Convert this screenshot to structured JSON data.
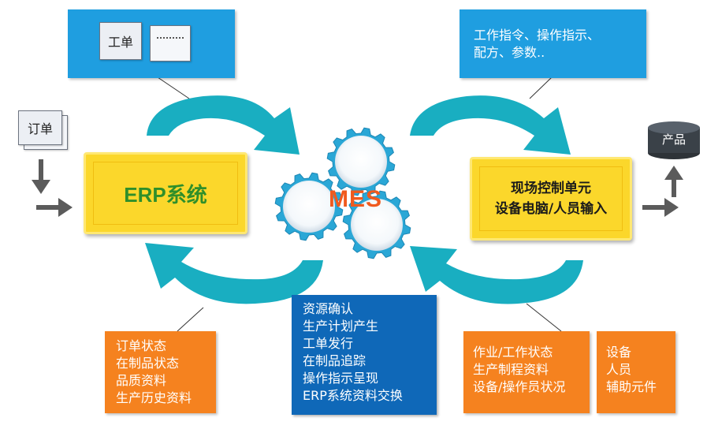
{
  "order_doc": {
    "label": "订单"
  },
  "work_order_doc": {
    "label": "工单"
  },
  "erp": {
    "label": "ERP系统"
  },
  "mes": {
    "label": "MES"
  },
  "field_unit": {
    "lines": [
      "现场控制单元",
      "设备电脑/人员输入"
    ]
  },
  "product": {
    "label": "产品"
  },
  "top_right_box": {
    "lines": [
      "工作指令、操作指示、",
      "配方、参数.."
    ]
  },
  "bottom_left_box": {
    "lines": [
      "订单状态",
      "在制品状态",
      "品质资料",
      "生产历史资料"
    ]
  },
  "bottom_center_box": {
    "lines": [
      "资源确认",
      "生产计划产生",
      "工单发行",
      "在制品追踪",
      "操作指示呈现",
      "ERP系统资料交换"
    ]
  },
  "bottom_right_box1": {
    "lines": [
      "作业/工作状态",
      "生产制程资料",
      "设备/操作员状况"
    ]
  },
  "bottom_right_box2": {
    "lines": [
      "设备",
      "人员",
      "辅助元件"
    ]
  },
  "colors": {
    "teal_arrow": "#19aec1",
    "blue_box": "#1f9ee0",
    "dark_blue_box": "#0f68b8",
    "orange_box": "#f5821f",
    "erp_yellow": "#fbd72b",
    "erp_text": "#2f8f2a",
    "mes_text": "#f05a1e",
    "gear": "#2aa7d6"
  }
}
